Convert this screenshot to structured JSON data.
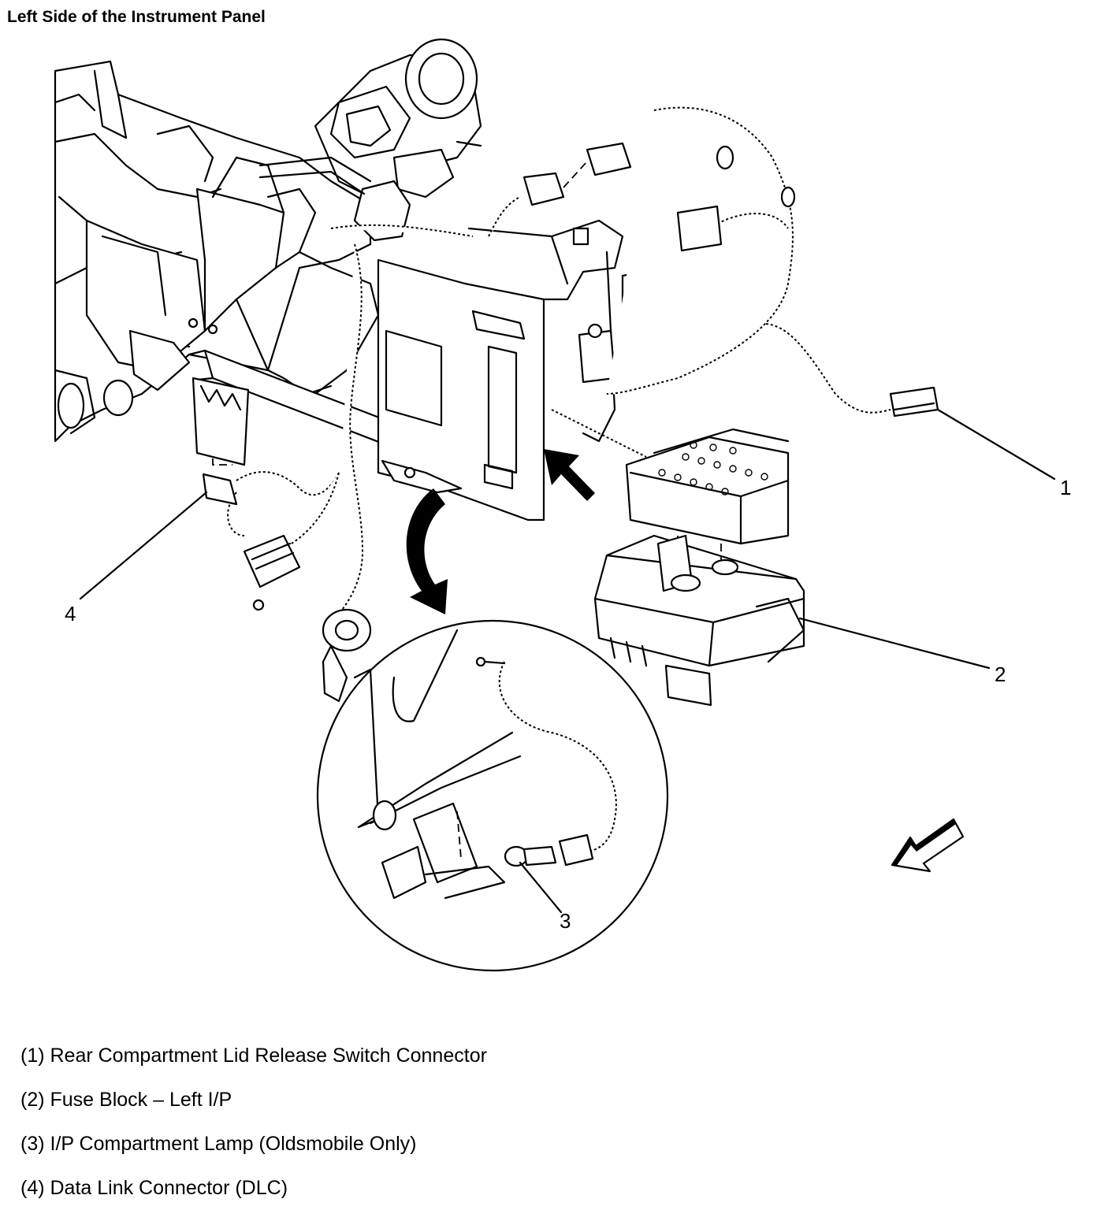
{
  "title": "Left Side of the Instrument Panel",
  "callouts": [
    {
      "number": "1",
      "label": "(1) Rear Compartment Lid Release Switch Connector"
    },
    {
      "number": "2",
      "label": "(2) Fuse Block – Left I/P"
    },
    {
      "number": "3",
      "label": "(3) I/P Compartment Lamp (Oldsmobile Only)"
    },
    {
      "number": "4",
      "label": "(4) Data Link Connector (DLC)"
    }
  ]
}
